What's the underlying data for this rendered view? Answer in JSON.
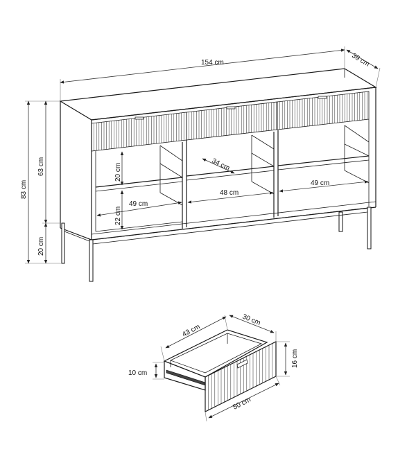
{
  "dimensions": {
    "width": "154 cm",
    "depth": "39 cm",
    "total_height": "83 cm",
    "body_height": "63 cm",
    "leg_height": "20 cm",
    "upper_shelf_height": "20 cm",
    "lower_shelf_height": "22 cm",
    "shelf_depth": "34 cm",
    "left_compartment_width": "49 cm",
    "middle_compartment_width": "48 cm",
    "right_compartment_width": "49 cm"
  },
  "drawer": {
    "inner_length": "43 cm",
    "inner_depth": "30 cm",
    "front_width": "50 cm",
    "front_height": "16 cm",
    "side_height": "10 cm"
  }
}
